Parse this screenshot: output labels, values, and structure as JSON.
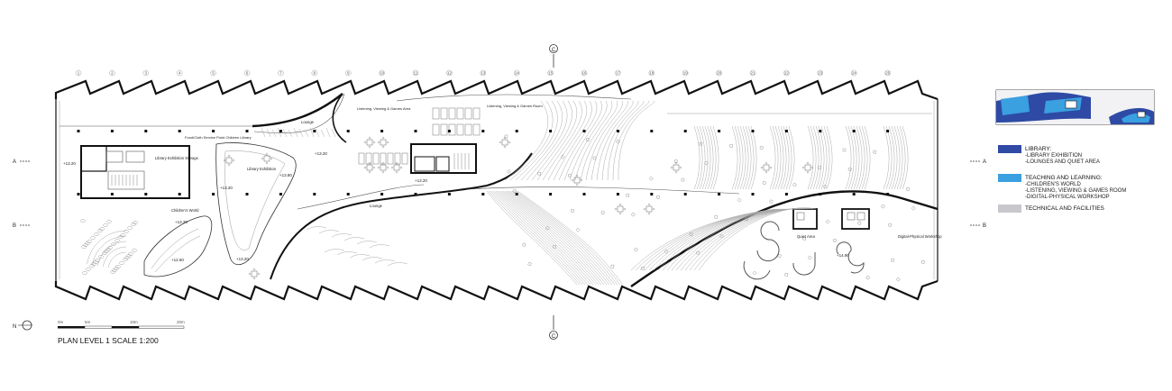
{
  "plan": {
    "title": "PLAN LEVEL 1 SCALE 1:200",
    "north_label": "N",
    "section_marks": {
      "top": "C",
      "bottom": "C",
      "left_a": "A",
      "left_b": "B",
      "right_a": "A",
      "right_b": "B"
    },
    "grid_numbers": [
      "1",
      "2",
      "3",
      "4",
      "5",
      "6",
      "7",
      "8",
      "9",
      "10",
      "11",
      "12",
      "13",
      "14",
      "15",
      "16",
      "17",
      "18",
      "19",
      "20",
      "21",
      "22",
      "23",
      "24",
      "25"
    ],
    "scale_bar": [
      "0m",
      "5m",
      "10m",
      "20m"
    ]
  },
  "rooms": {
    "library_exhibition_storage": "Library Exhibition Storage",
    "food_service_point": "Food/Cloth Service Point Children Library",
    "library_exhibition": "Library Exhibition",
    "childrens_world": "Children's World",
    "lounge_top": "Lounge",
    "lounge_mid": "Lounge",
    "listening_area": "Listening, Viewing & Games Area",
    "listening_room": "Listening, Viewing & Games Room",
    "quiet_area": "Quiet Area",
    "digital_workshop": "Digital-Physical Workshop"
  },
  "levels": {
    "l1": "+13.20",
    "l2": "+13.80",
    "l3": "+13.20",
    "l4": "+13.30",
    "l5": "+12.50",
    "l6": "+13.20",
    "l7": "+13.20",
    "l8": "+13.20",
    "l9": "+14.90"
  },
  "legend": {
    "items": [
      {
        "color": "#2e4aa5",
        "heading": "LIBRARY:",
        "lines": [
          "-LIBRARY EXHIBITION",
          "-LOUNGES AND QUIET AREA"
        ]
      },
      {
        "color": "#3aa0e0",
        "heading": "TEACHING AND LEARNING:",
        "lines": [
          "-CHILDREN'S WORLD",
          "-LISTENING, VIEWING & GAMES ROOM",
          "-DIGITAL-PHYSICAL WORKSHOP"
        ]
      },
      {
        "color": "#c8c8cc",
        "heading": "TECHNICAL AND FACILITIES",
        "lines": []
      }
    ]
  }
}
